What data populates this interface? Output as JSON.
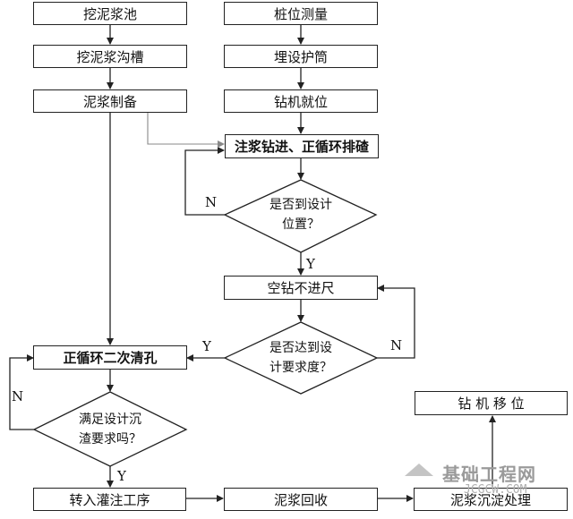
{
  "boxes": {
    "dig_pit": "挖泥浆池",
    "dig_trench": "挖泥浆沟槽",
    "mud_prep": "泥浆制备",
    "pile_survey": "桩位测量",
    "casing": "埋设护筒",
    "rig_in_place": "钻机就位",
    "drilling": "注浆钻进、正循环排碴",
    "idle_drill": "空钻不进尺",
    "second_clean": "正循环二次清孔",
    "to_pouring": "转入灌注工序",
    "mud_recovery": "泥浆回收",
    "sediment": "泥浆沉淀处理",
    "rig_move": "钻 机 移 位"
  },
  "decisions": {
    "design_position": [
      "是否到设计",
      "位置？"
    ],
    "depth": [
      "是否达到设",
      "计要求度？"
    ],
    "sediment_req": [
      "满足设计沉",
      "渣要求吗？"
    ]
  },
  "labels": {
    "yes": "Y",
    "no": "N"
  },
  "watermark": {
    "brand": "基础工程网",
    "url": "JCGCW.COM"
  }
}
